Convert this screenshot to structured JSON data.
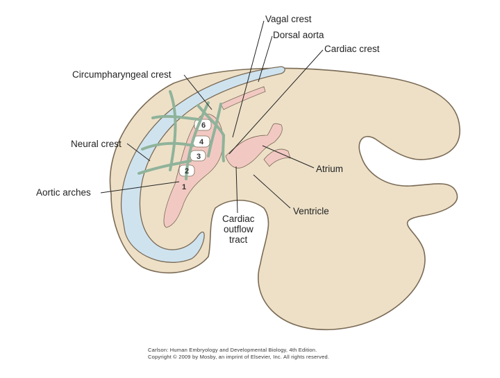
{
  "labels": {
    "vagal_crest": "Vagal crest",
    "dorsal_aorta": "Dorsal aorta",
    "cardiac_crest": "Cardiac crest",
    "circumpharyngeal_crest": "Circumpharyngeal crest",
    "neural_crest": "Neural crest",
    "aortic_arches": "Aortic arches",
    "atrium": "Atrium",
    "ventricle": "Ventricle",
    "cardiac_outflow_tract": [
      "Cardiac",
      "outflow",
      "tract"
    ]
  },
  "arch_numbers": [
    "6",
    "4",
    "3",
    "2",
    "1"
  ],
  "credit": {
    "line1": "Carlson: Human Embryology and Developmental Biology, 4th Edition.",
    "line2": "Copyright © 2009 by Mosby, an imprint of Elsevier, Inc. All rights reserved."
  },
  "colors": {
    "embryo_tan": "#ede0c7",
    "embryo_outline": "#7a6a55",
    "neural_tube_blue": "#cfe3ef",
    "vessel_pink": "#f2c9c2",
    "crest_green": "#8fb39a"
  }
}
